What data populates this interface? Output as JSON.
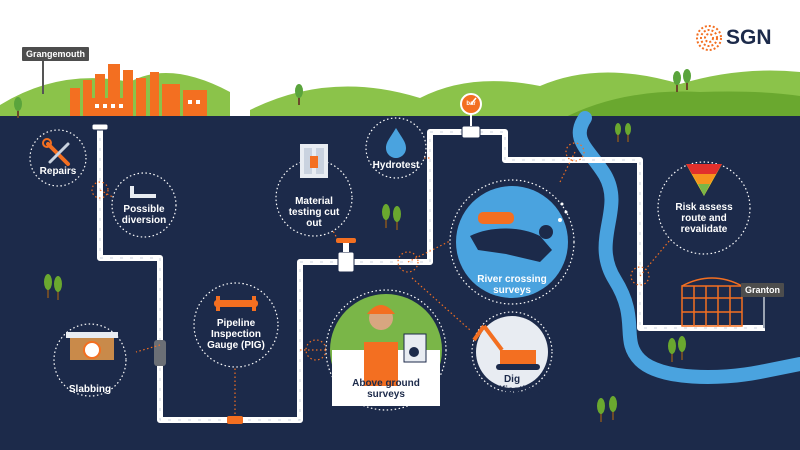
{
  "brand": {
    "name": "SGN"
  },
  "places": {
    "start": "Grangemouth",
    "end": "Granton"
  },
  "stages": {
    "repairs": "Repairs",
    "possible_diversion": "Possible diversion",
    "slabbing": "Slabbing",
    "pig": "Pipeline Inspection Gauge (PIG)",
    "material_testing": "Material testing cut out",
    "hydrotest": "Hydrotest",
    "above_ground": "Above ground surveys",
    "dig_verifications": "Dig verifications",
    "river_crossing": "River crossing surveys",
    "risk_assess": "Risk assess route and revalidate"
  },
  "gauge": {
    "unit": "bar"
  },
  "colors": {
    "navy": "#1c2a4a",
    "orange": "#f36f21",
    "green_hills": "#8bc34a",
    "river": "#4aa3df",
    "pipe": "#ffffff"
  }
}
